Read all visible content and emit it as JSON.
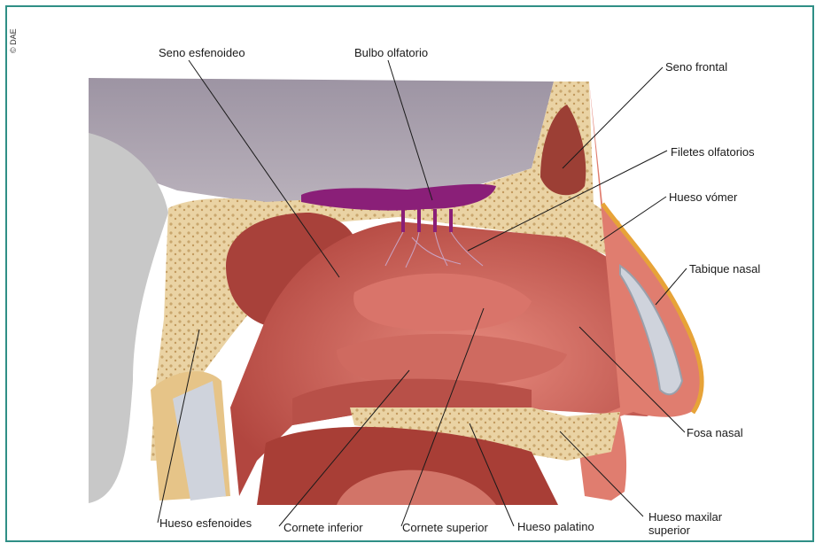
{
  "credit": "© DAE",
  "labels": {
    "seno_esfenoideo": "Seno esfenoideo",
    "bulbo_olfatorio": "Bulbo olfatorio",
    "seno_frontal": "Seno frontal",
    "filetes_olfatorios": "Filetes olfatorios",
    "hueso_vomer": "Hueso vómer",
    "tabique_nasal": "Tabique nasal",
    "fosa_nasal": "Fosa nasal",
    "hueso_maxilar_line1": "Hueso maxilar",
    "hueso_maxilar_line2": "superior",
    "hueso_palatino": "Hueso palatino",
    "cornete_superior": "Cornete superior",
    "cornete_inferior": "Cornete inferior",
    "hueso_esfenoides": "Hueso esfenoides"
  },
  "colors": {
    "border": "#2f8f86",
    "brain": "#a9a0ad",
    "bone": "#e9d3a8",
    "mucosa": "#c9635a",
    "bulb": "#8a1f78",
    "cartilage": "#cfd3dc"
  }
}
